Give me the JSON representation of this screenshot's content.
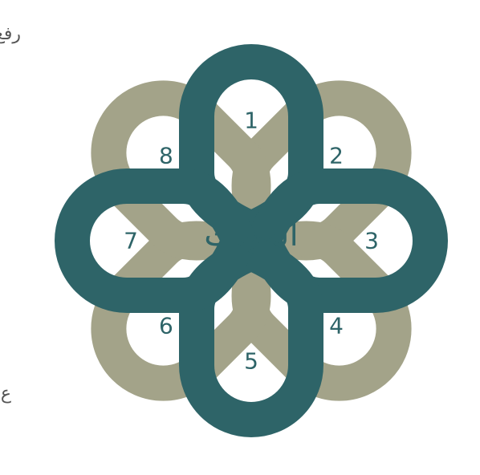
{
  "colors": {
    "teal": "#2e6468",
    "khaki": "#a3a389",
    "text": "#2e6468",
    "background": "#ffffff"
  },
  "diagram": {
    "center_label": "الجهات",
    "petals": [
      "1",
      "2",
      "3",
      "4",
      "5",
      "6",
      "7",
      "8"
    ]
  },
  "side_text": {
    "top_fragment": "رفع",
    "bottom_fragment": "ع"
  }
}
